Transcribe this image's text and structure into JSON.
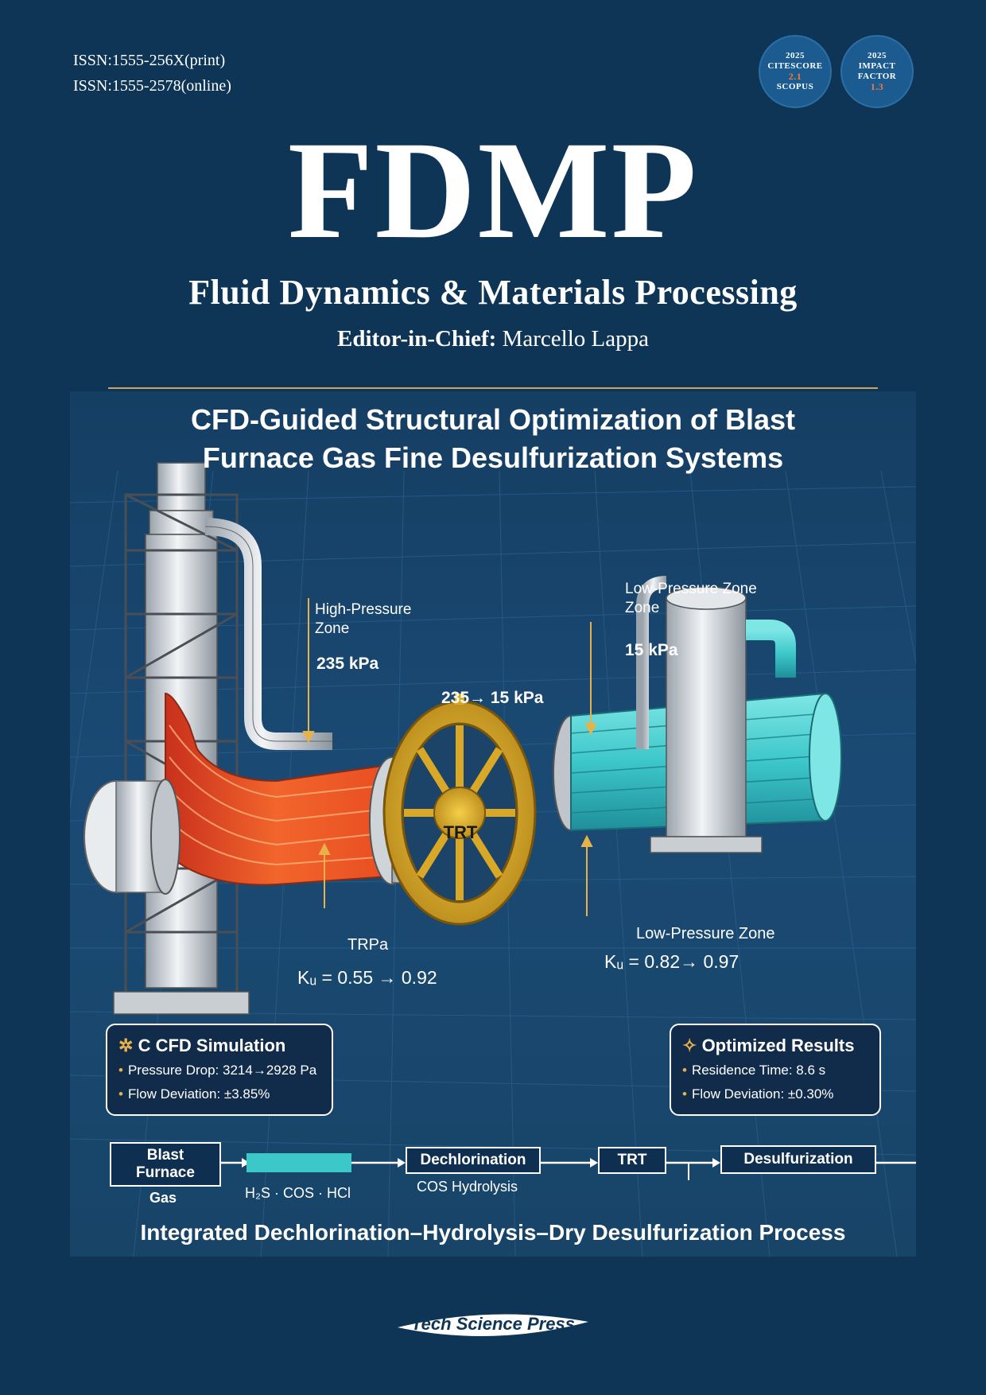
{
  "issn": {
    "print": "ISSN:1555-256X(print)",
    "online": "ISSN:1555-2578(online)"
  },
  "badges": [
    {
      "year": "2025",
      "line1": "CITESCORE",
      "value": "2.1",
      "line2": "SCOPUS"
    },
    {
      "year": "2025",
      "line1": "IMPACT",
      "line2": "FACTOR",
      "value": "1.3"
    }
  ],
  "journal": {
    "acronym": "FDMP",
    "name": "Fluid Dynamics & Materials Processing",
    "editor_label": "Editor-in-Chief:",
    "editor_name": "Marcello Lappa"
  },
  "article": {
    "title_line1": "CFD-Guided Structural Optimization of Blast",
    "title_line2": "Furnace Gas Fine Desulfurization Systems"
  },
  "illustration": {
    "high_pressure_line1": "High-Pressure",
    "high_pressure_line2": "Zone",
    "high_pressure_value": "235 kPa",
    "transition_value": "235→ 15 kPa",
    "low_pressure_top_line1": "Low-Pressure Zone",
    "low_pressure_top_line2": "Zone",
    "low_pressure_value": "15 kPa",
    "trt_label": "TRT",
    "trpa_label": "TRPa",
    "ku_left": "Kᵤ = 0.55 → 0.92",
    "low_pressure_bottom": "Low-Pressure Zone",
    "ku_right": "Kᵤ = 0.82→ 0.97"
  },
  "cfd_box": {
    "icon": "✲",
    "title": "C CFD Simulation",
    "items": [
      "Pressure Drop: 3214→2928 Pa",
      "Flow Deviation: ±3.85%"
    ]
  },
  "results_box": {
    "icon": "✧",
    "title": "Optimized Results",
    "items": [
      "Residence Time: 8.6 s",
      "Flow Deviation: ±0.30%"
    ]
  },
  "flow": {
    "start_line1": "Blast",
    "start_line2": "Furnace",
    "start_below": "Gas",
    "gases": "H₂S · COS · HCl",
    "step1": "Dechlorination",
    "step1_below": "COS Hydrolysis",
    "step2": "TRT",
    "step3": "Desulfurization"
  },
  "process_title": "Integrated Dechlorination–Hydrolysis–Dry Desulfurization Process",
  "publisher": "Tech Science Press",
  "colors": {
    "background": "#0e3556",
    "gold_rule": "#c6a468",
    "hot_flow": "#e2522a",
    "cold_flow": "#3cc7c9",
    "turbine": "#d8a826",
    "badge_value": "#f07b3a"
  }
}
